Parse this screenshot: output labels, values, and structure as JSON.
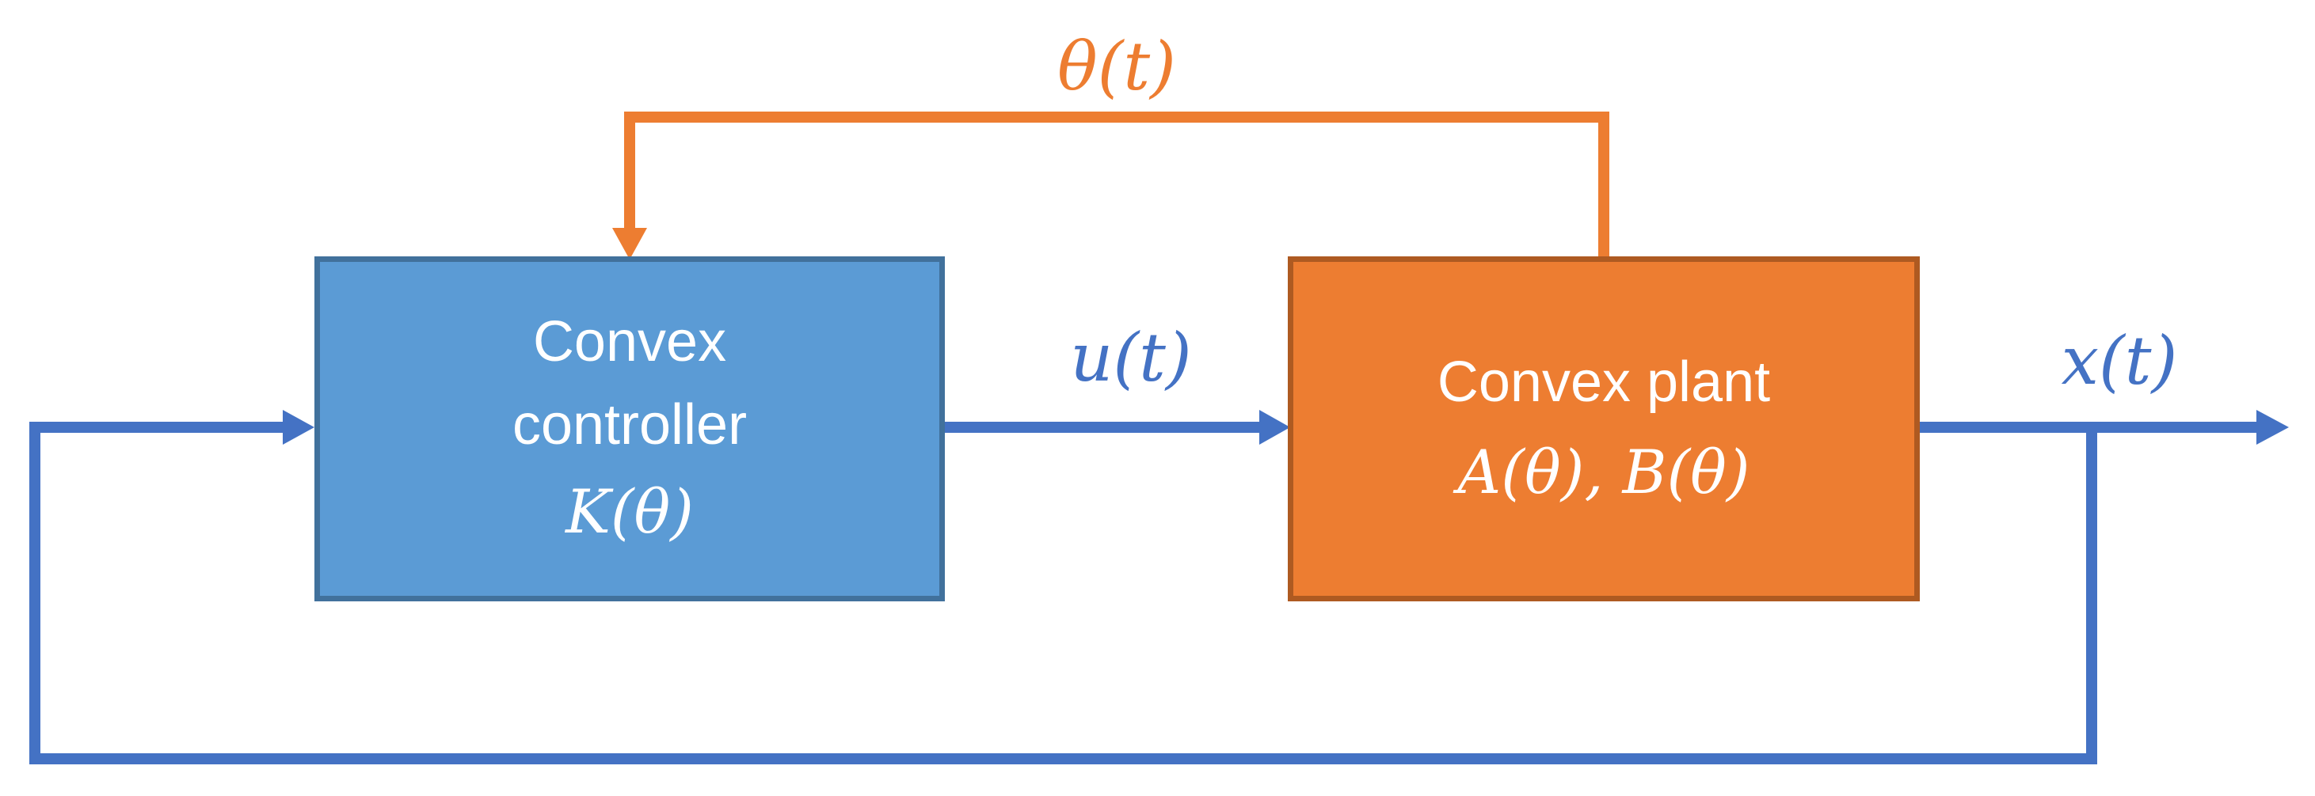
{
  "diagram": {
    "type": "control-system-block-diagram",
    "background": "#FFFFFF",
    "nodes": [
      {
        "id": "controller",
        "label_lines": [
          "Convex",
          "controller"
        ],
        "math_label": "K(θ)",
        "fill": "#5B9BD5",
        "border": "#41719C",
        "text_color": "#FFFFFF"
      },
      {
        "id": "plant",
        "label_lines": [
          "Convex plant"
        ],
        "math_label": "A(θ), B(θ)",
        "fill": "#ED7D31",
        "border": "#AE5A21",
        "text_color": "#FFFFFF"
      }
    ],
    "edges": [
      {
        "id": "scheduling-signal",
        "label": "θ(t)",
        "from": "plant-top",
        "to": "controller-top",
        "color": "#ED7D31",
        "style": "elbow-with-arrowhead"
      },
      {
        "id": "control-input",
        "label": "u(t)",
        "from": "controller-right",
        "to": "plant-left",
        "color": "#4472C4",
        "style": "straight-with-arrowhead"
      },
      {
        "id": "state-output",
        "label": "x(t)",
        "from": "plant-right",
        "to": "diagram-right-edge",
        "color": "#4472C4",
        "style": "straight-with-arrowhead"
      },
      {
        "id": "state-feedback",
        "label": "",
        "from": "state-output-tap",
        "to": "controller-left",
        "color": "#4472C4",
        "style": "elbow-with-arrowhead"
      }
    ]
  }
}
